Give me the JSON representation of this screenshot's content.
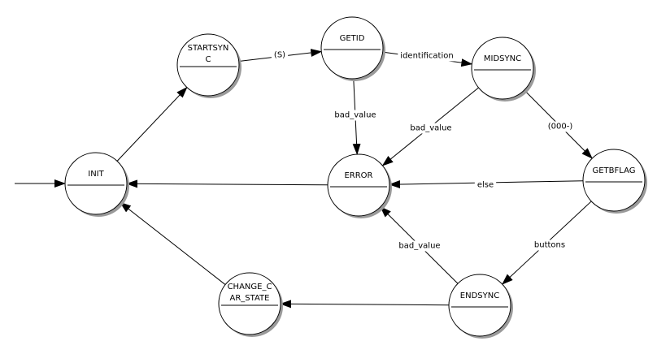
{
  "diagram": {
    "states": [
      {
        "id": "init",
        "label_lines": [
          "INIT"
        ]
      },
      {
        "id": "startsync",
        "label_lines": [
          "STARTSYN",
          "C"
        ]
      },
      {
        "id": "getid",
        "label_lines": [
          "GETID"
        ]
      },
      {
        "id": "midsync",
        "label_lines": [
          "MIDSYNC"
        ]
      },
      {
        "id": "error",
        "label_lines": [
          "ERROR"
        ]
      },
      {
        "id": "getbflag",
        "label_lines": [
          "GETBFLAG"
        ]
      },
      {
        "id": "endsync",
        "label_lines": [
          "ENDSYNC"
        ]
      },
      {
        "id": "change_car_state",
        "label_lines": [
          "CHANGE_C",
          "AR_STATE"
        ]
      }
    ],
    "transitions": [
      {
        "from": "entry",
        "to": "init",
        "label": ""
      },
      {
        "from": "init",
        "to": "startsync",
        "label": ""
      },
      {
        "from": "startsync",
        "to": "getid",
        "label": "(S)"
      },
      {
        "from": "getid",
        "to": "midsync",
        "label": "identification"
      },
      {
        "from": "getid",
        "to": "error",
        "label": "bad_value"
      },
      {
        "from": "midsync",
        "to": "error",
        "label": "bad_value"
      },
      {
        "from": "midsync",
        "to": "getbflag",
        "label": "(000-)"
      },
      {
        "from": "getbflag",
        "to": "error",
        "label": "else"
      },
      {
        "from": "error",
        "to": "init",
        "label": ""
      },
      {
        "from": "getbflag",
        "to": "endsync",
        "label": "buttons"
      },
      {
        "from": "endsync",
        "to": "error",
        "label": "bad_value"
      },
      {
        "from": "endsync",
        "to": "change_car_state",
        "label": ""
      },
      {
        "from": "change_car_state",
        "to": "init",
        "label": ""
      }
    ]
  }
}
